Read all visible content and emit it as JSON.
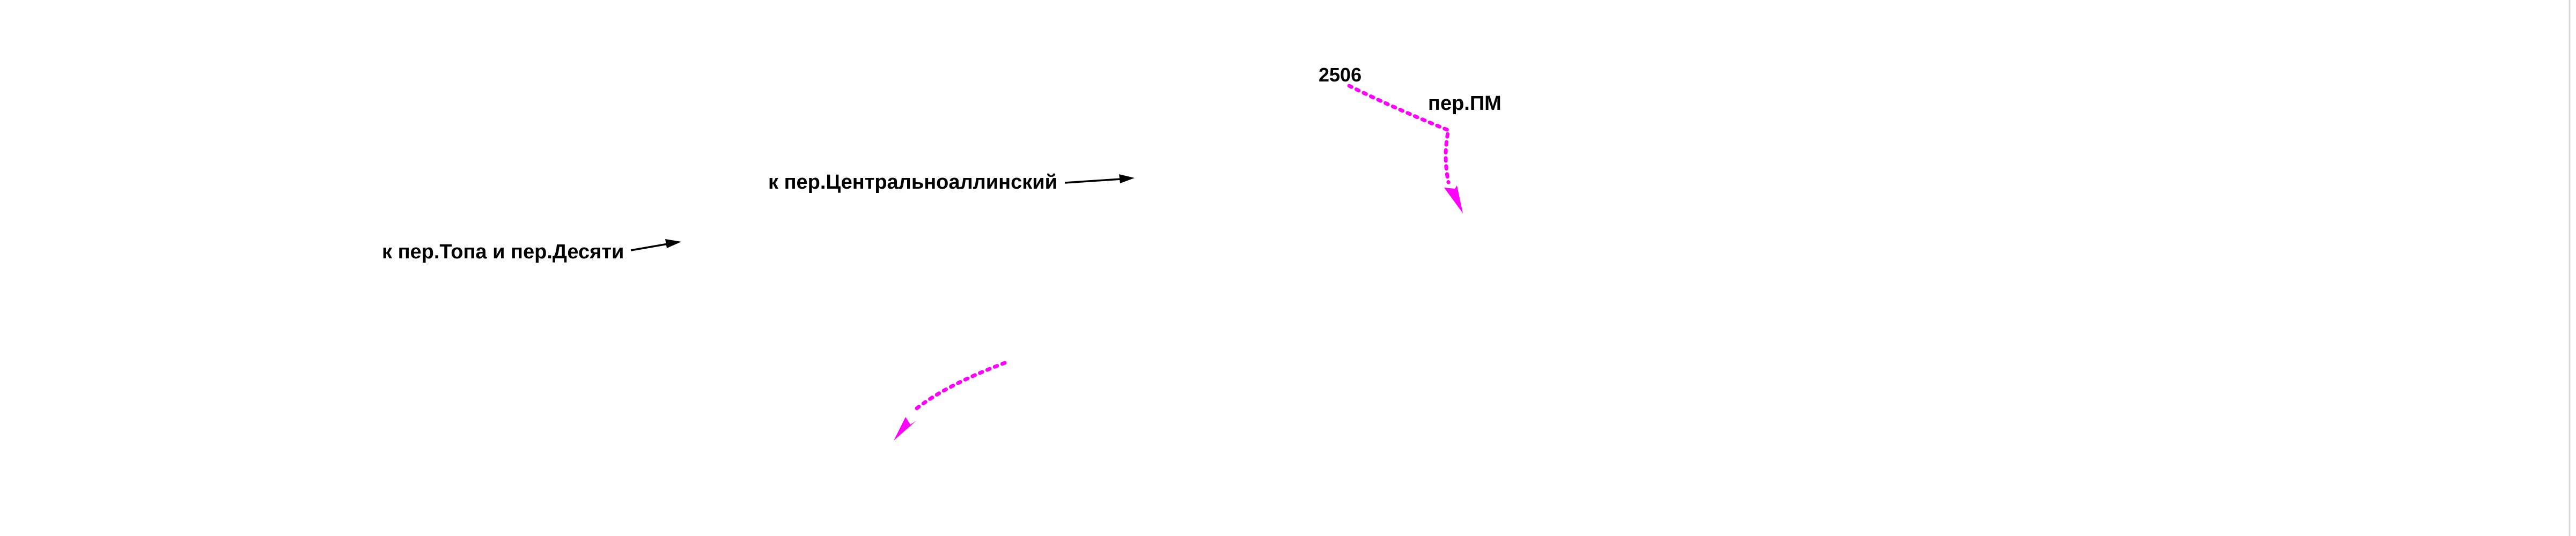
{
  "labels": {
    "topa_desyati": "к пер.Топа и пер.Десяти",
    "centralnoallinsky": "к пер.Центральноаллинский",
    "pm": "пер.ПМ",
    "marker_2506": "2506"
  },
  "colors": {
    "background": "#ffffff",
    "label_text": "#000000",
    "black_arrow": "#000000",
    "dotted_route": "#ff00ff",
    "right_edge_line": "#d8d8d8"
  }
}
